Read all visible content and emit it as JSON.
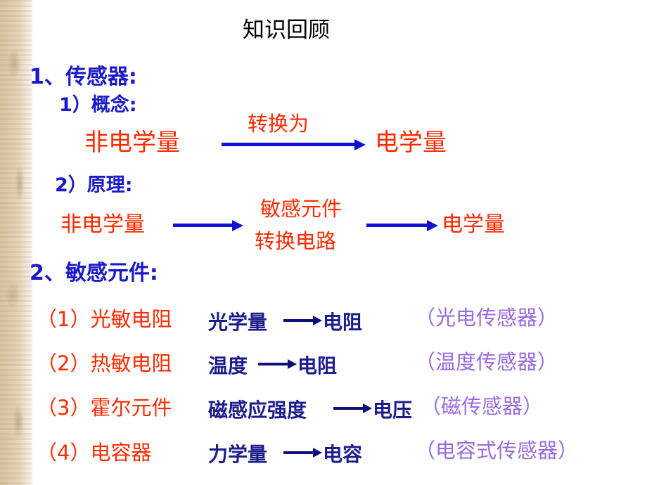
{
  "title": "知识回顾",
  "section1": {
    "heading": "1、传感器:",
    "concept": {
      "label": "1）概念:",
      "from": "非电学量",
      "arrow_label": "转换为",
      "to": "电学量"
    },
    "principle": {
      "label": "2）原理:",
      "from": "非电学量",
      "middle_top": "敏感元件",
      "middle_bottom": "转换电路",
      "to": "电学量"
    }
  },
  "section2": {
    "heading": "2、敏感元件:",
    "items": [
      {
        "name": "（1）光敏电阻",
        "from": "光学量",
        "to": "电阻",
        "type": "（光电传感器）"
      },
      {
        "name": "（2）热敏电阻",
        "from": "温度",
        "to": "电阻",
        "type": "（温度传感器）"
      },
      {
        "name": "（3）霍尔元件",
        "from": "磁感应强度",
        "to": "电压",
        "type": "（磁传感器）"
      },
      {
        "name": "（4）电容器",
        "from": "力学量",
        "to": "电容",
        "type": "（电容式传感器）"
      }
    ]
  },
  "colors": {
    "heading_blue": "#1a1ac8",
    "term_red": "#ff2a00",
    "conversion_navy": "#1c1c8c",
    "sensor_purple": "#9a6ae0",
    "arrow_blue": "#1010d6"
  }
}
